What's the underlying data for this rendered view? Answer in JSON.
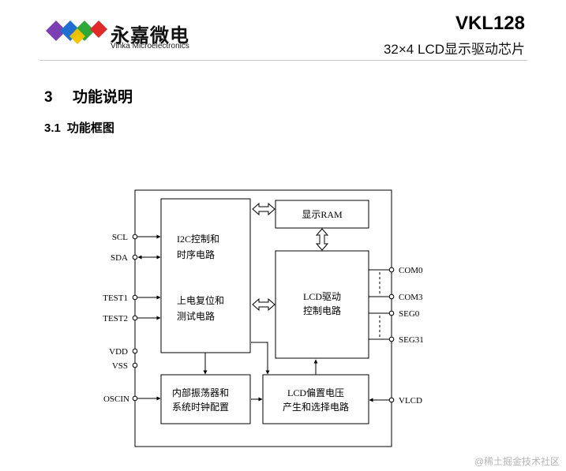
{
  "header": {
    "brand_cn": "永嘉微电",
    "brand_en": "Vinka Microelectronics",
    "model": "VKL128",
    "subtitle": "32×4 LCD显示驱动芯片"
  },
  "section": {
    "number": "3",
    "title": "功能说明"
  },
  "subsection": {
    "number": "3.1",
    "title": "功能框图"
  },
  "diagram": {
    "blocks": {
      "i2c": [
        "I2C控制和",
        "时序电路"
      ],
      "reset": [
        "上电复位和",
        "测试电路"
      ],
      "ram": [
        "显示RAM"
      ],
      "lcd_driver": [
        "LCD驱动",
        "控制电路"
      ],
      "osc": [
        "内部振荡器和",
        "系统时钟配置"
      ],
      "bias": [
        "LCD偏置电压",
        "产生和选择电路"
      ]
    },
    "pins_left": [
      "SCL",
      "SDA",
      "TEST1",
      "TEST2",
      "VDD",
      "VSS",
      "OSCIN"
    ],
    "pins_right": [
      "COM0",
      "COM3",
      "SEG0",
      "SEG31",
      "VLCD"
    ]
  },
  "watermark": "@稀土掘金技术社区"
}
